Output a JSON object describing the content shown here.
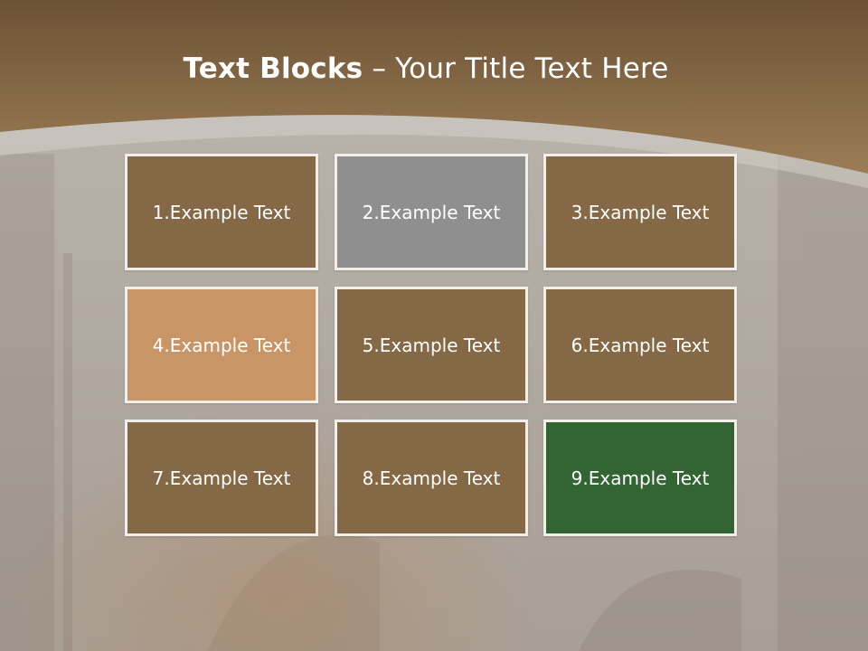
{
  "title": {
    "bold": "Text Blocks",
    "separator": " – ",
    "rest": "Your Title Text Here"
  },
  "blocks": [
    {
      "label": "1.Example Text",
      "color": "#856846"
    },
    {
      "label": "2.Example Text",
      "color": "#8f8f8f"
    },
    {
      "label": "3.Example Text",
      "color": "#856846"
    },
    {
      "label": "4.Example Text",
      "color": "#c99566"
    },
    {
      "label": "5.Example Text",
      "color": "#856846"
    },
    {
      "label": "6.Example Text",
      "color": "#856846"
    },
    {
      "label": "7.Example Text",
      "color": "#856846"
    },
    {
      "label": "8.Example Text",
      "color": "#856846"
    },
    {
      "label": "9.Example Text",
      "color": "#336433"
    }
  ],
  "colors": {
    "header_dark": "#6c5234",
    "header_light": "#9b7c56",
    "background": "#b3aca4"
  }
}
